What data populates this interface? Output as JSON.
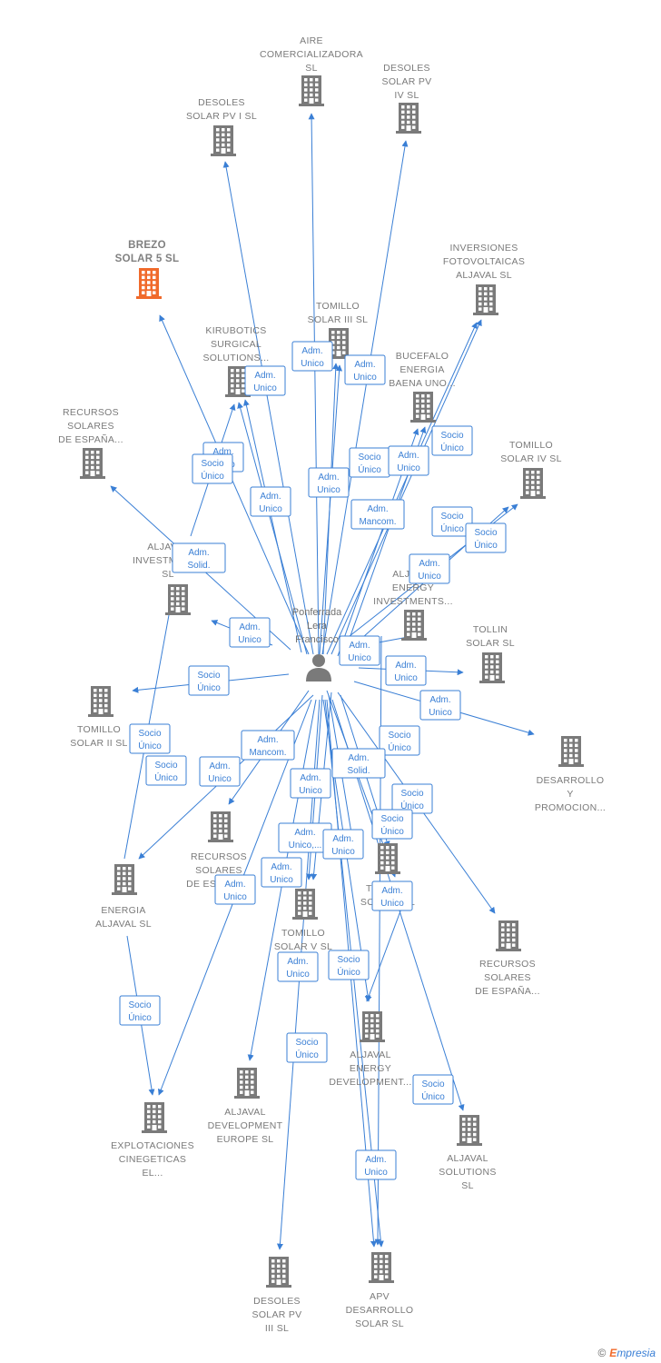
{
  "colors": {
    "edge": "#3a7fd5",
    "building": "#7a7a7a",
    "building_highlight": "#f06a2b",
    "person": "#7a7a7a"
  },
  "person": {
    "lines": [
      "Ponferrada",
      "Lera",
      "Francisco"
    ],
    "icon": "person-icon"
  },
  "nodes": [
    {
      "id": "aire",
      "lines": [
        "AIRE",
        "COMERCIALIZADORA",
        "SL"
      ],
      "highlight": false
    },
    {
      "id": "desoles4",
      "lines": [
        "DESOLES",
        "SOLAR PV",
        "IV  SL"
      ],
      "highlight": false
    },
    {
      "id": "desoles1",
      "lines": [
        "DESOLES",
        "SOLAR PV I  SL"
      ],
      "highlight": false
    },
    {
      "id": "brezo",
      "lines": [
        "BREZO",
        "SOLAR 5  SL"
      ],
      "highlight": true
    },
    {
      "id": "inversiones",
      "lines": [
        "INVERSIONES",
        "FOTOVOLTAICAS",
        "ALJAVAL  SL"
      ],
      "highlight": false
    },
    {
      "id": "tomillo3",
      "lines": [
        "TOMILLO",
        "SOLAR III  SL"
      ],
      "highlight": false
    },
    {
      "id": "kirubotics",
      "lines": [
        "KIRUBOTICS",
        "SURGICAL",
        "SOLUTIONS..."
      ],
      "highlight": false
    },
    {
      "id": "bucefalo",
      "lines": [
        "BUCEFALO",
        "ENERGIA",
        "BAENA UNO..."
      ],
      "highlight": false
    },
    {
      "id": "recursos1",
      "lines": [
        "RECURSOS",
        "SOLARES",
        "DE ESPAÑA..."
      ],
      "highlight": false
    },
    {
      "id": "tomillo4",
      "lines": [
        "TOMILLO",
        "SOLAR IV  SL"
      ],
      "highlight": false
    },
    {
      "id": "aljaval_inv",
      "lines": [
        "ALJAVAL",
        "INVESTMENTS",
        "SL"
      ],
      "highlight": false
    },
    {
      "id": "aljaval_energy_inv",
      "lines": [
        "ALJAVAL",
        "ENERGY",
        "INVESTMENTS..."
      ],
      "highlight": false
    },
    {
      "id": "tollin",
      "lines": [
        "TOLLIN",
        "SOLAR  SL"
      ],
      "highlight": false
    },
    {
      "id": "tomillo2",
      "lines": [
        "TOMILLO",
        "SOLAR II  SL"
      ],
      "highlight": false
    },
    {
      "id": "desarrollo",
      "lines": [
        "DESARROLLO",
        "Y",
        "PROMOCION..."
      ],
      "highlight": false
    },
    {
      "id": "recursos2",
      "lines": [
        "RECURSOS",
        "SOLARES",
        "DE ESPAÑA..."
      ],
      "highlight": false
    },
    {
      "id": "tomillo1",
      "lines": [
        "TOMILLO",
        "SOLAR I  SL"
      ],
      "highlight": false
    },
    {
      "id": "energia",
      "lines": [
        "ENERGIA",
        "ALJAVAL  SL"
      ],
      "highlight": false
    },
    {
      "id": "tomillo5",
      "lines": [
        "TOMILLO",
        "SOLAR V  SL"
      ],
      "highlight": false
    },
    {
      "id": "recursos3",
      "lines": [
        "RECURSOS",
        "SOLARES",
        "DE ESPAÑA..."
      ],
      "highlight": false
    },
    {
      "id": "aljaval_energy_dev",
      "lines": [
        "ALJAVAL",
        "ENERGY",
        "DEVELOPMENT..."
      ],
      "highlight": false
    },
    {
      "id": "explotaciones",
      "lines": [
        "EXPLOTACIONES",
        "CINEGETICAS",
        "EL..."
      ],
      "highlight": false
    },
    {
      "id": "aljaval_dev",
      "lines": [
        "ALJAVAL",
        "DEVELOPMENT",
        "EUROPE  SL"
      ],
      "highlight": false
    },
    {
      "id": "aljaval_sol",
      "lines": [
        "ALJAVAL",
        "SOLUTIONS",
        "SL"
      ],
      "highlight": false
    },
    {
      "id": "desoles3",
      "lines": [
        "DESOLES",
        "SOLAR PV",
        "III  SL"
      ],
      "highlight": false
    },
    {
      "id": "apv",
      "lines": [
        "APV",
        "DESARROLLO",
        "SOLAR  SL"
      ],
      "highlight": false
    }
  ],
  "badges": [
    {
      "lines": [
        "Adm.",
        "Unico"
      ]
    },
    {
      "lines": [
        "Adm.",
        "Unico"
      ]
    },
    {
      "lines": [
        "Adm.",
        "Unico"
      ]
    },
    {
      "lines": [
        "Socio",
        "Único"
      ]
    },
    {
      "lines": [
        "Adm.",
        "Unico"
      ]
    },
    {
      "lines": [
        "Socio",
        "Único"
      ]
    },
    {
      "lines": [
        "Adm.",
        "Unico"
      ]
    },
    {
      "lines": [
        "Socio",
        "Único"
      ]
    },
    {
      "lines": [
        "Adm.",
        "Unico"
      ]
    },
    {
      "lines": [
        "Adm.",
        "Unico"
      ]
    },
    {
      "lines": [
        "Adm.",
        "Mancom."
      ]
    },
    {
      "lines": [
        "Socio",
        "Único"
      ]
    },
    {
      "lines": [
        "Socio",
        "Único"
      ]
    },
    {
      "lines": [
        "Adm.",
        "Solid."
      ]
    },
    {
      "lines": [
        "Adm.",
        "Unico"
      ]
    },
    {
      "lines": [
        "Adm.",
        "Unico"
      ]
    },
    {
      "lines": [
        "Adm.",
        "Unico"
      ]
    },
    {
      "lines": [
        "Adm.",
        "Unico"
      ]
    },
    {
      "lines": [
        "Socio",
        "Único"
      ]
    },
    {
      "lines": [
        "Adm.",
        "Unico"
      ]
    },
    {
      "lines": [
        "Socio",
        "Único"
      ]
    },
    {
      "lines": [
        "Adm.",
        "Mancom."
      ]
    },
    {
      "lines": [
        "Socio",
        "Único"
      ]
    },
    {
      "lines": [
        "Adm.",
        "Unico"
      ]
    },
    {
      "lines": [
        "Socio",
        "Único"
      ]
    },
    {
      "lines": [
        "Adm.",
        "Unico"
      ]
    },
    {
      "lines": [
        "Adm.",
        "Solid."
      ]
    },
    {
      "lines": [
        "Socio",
        "Único"
      ]
    },
    {
      "lines": [
        "Socio",
        "Único"
      ]
    },
    {
      "lines": [
        "Adm.",
        "Unico,..."
      ]
    },
    {
      "lines": [
        "Adm.",
        "Unico"
      ]
    },
    {
      "lines": [
        "Adm.",
        "Unico"
      ]
    },
    {
      "lines": [
        "Adm.",
        "Unico"
      ]
    },
    {
      "lines": [
        "Adm.",
        "Unico"
      ]
    },
    {
      "lines": [
        "Adm.",
        "Unico"
      ]
    },
    {
      "lines": [
        "Socio",
        "Único"
      ]
    },
    {
      "lines": [
        "Socio",
        "Único"
      ]
    },
    {
      "lines": [
        "Socio",
        "Único"
      ]
    },
    {
      "lines": [
        "Socio",
        "Único"
      ]
    }
  ],
  "footer": {
    "copyright": "©",
    "brand_initial": "E",
    "brand_rest": "mpresia"
  }
}
